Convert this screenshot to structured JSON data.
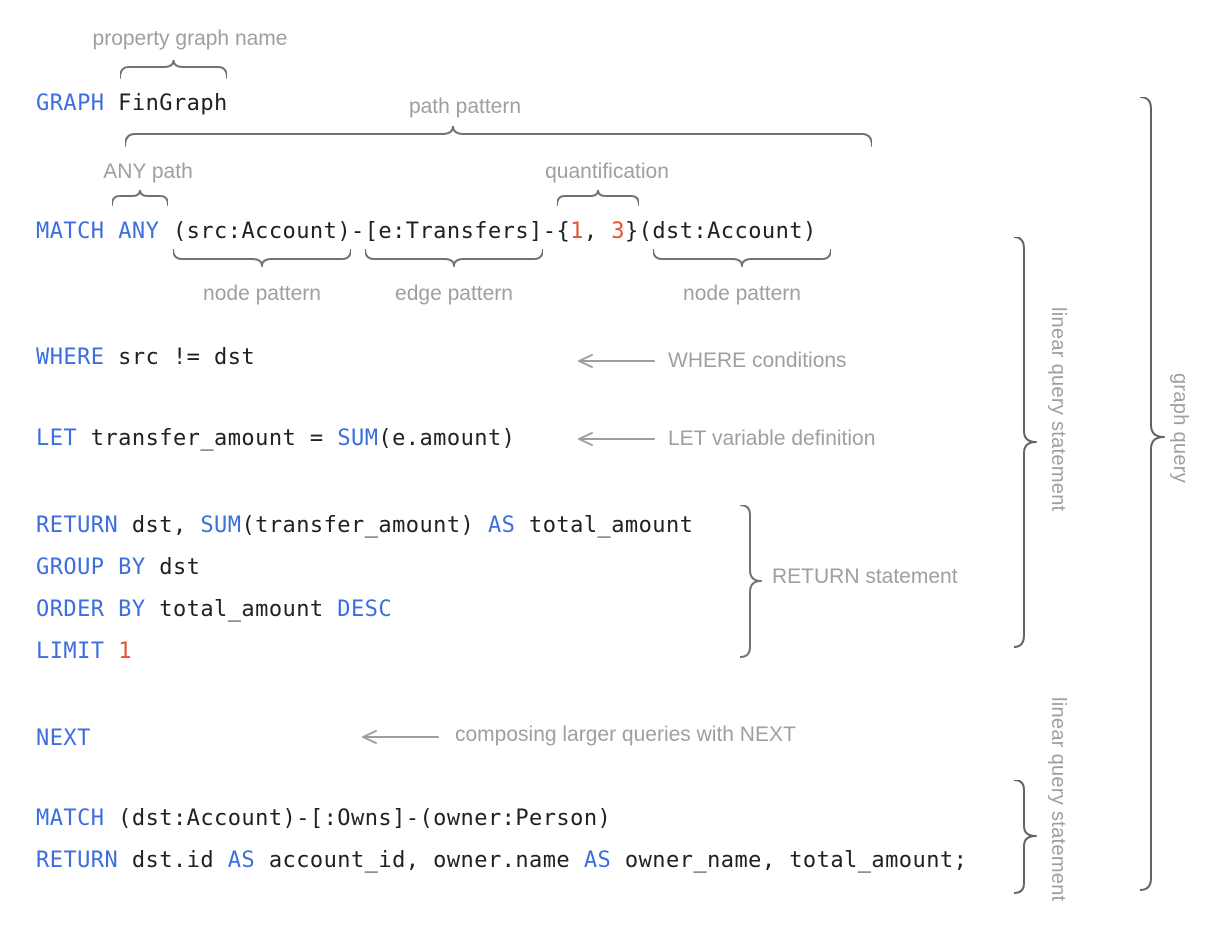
{
  "colors": {
    "keyword": "#3C6EE0",
    "plain": "#202124",
    "number": "#E8502E",
    "annotation": "#9DA0A3",
    "brace": "#6E7377",
    "tall_brace": "#606468"
  },
  "annotations": {
    "property_graph_name": "property graph name",
    "path_pattern": "path pattern",
    "any_path": "ANY path",
    "quantification": "quantification",
    "node_pattern_left": "node pattern",
    "edge_pattern": "edge pattern",
    "node_pattern_right": "node pattern",
    "where_conditions": "WHERE conditions",
    "let_variable_definition": "LET variable definition",
    "return_statement": "RETURN statement",
    "composing_next": "composing larger queries with NEXT",
    "linear_query_statement_1": "linear query statement",
    "linear_query_statement_2": "linear query statement",
    "graph_query": "graph query"
  },
  "code": {
    "lines": [
      {
        "name": "graph-clause",
        "tokens": [
          {
            "text": "GRAPH",
            "type": "keyword"
          },
          {
            "text": " FinGraph",
            "type": "plain"
          }
        ]
      },
      {
        "name": "match-1",
        "tokens": [
          {
            "text": "MATCH",
            "type": "keyword"
          },
          {
            "text": " ",
            "type": "plain"
          },
          {
            "text": "ANY",
            "type": "keyword"
          },
          {
            "text": " (src:Account)-[e:Transfers]-{",
            "type": "plain"
          },
          {
            "text": "1",
            "type": "number"
          },
          {
            "text": ", ",
            "type": "plain"
          },
          {
            "text": "3",
            "type": "number"
          },
          {
            "text": "}(dst:Account)",
            "type": "plain"
          }
        ]
      },
      {
        "name": "where",
        "tokens": [
          {
            "text": "WHERE",
            "type": "keyword"
          },
          {
            "text": " src != dst",
            "type": "plain"
          }
        ]
      },
      {
        "name": "let",
        "tokens": [
          {
            "text": "LET",
            "type": "keyword"
          },
          {
            "text": " transfer_amount = ",
            "type": "plain"
          },
          {
            "text": "SUM",
            "type": "keyword"
          },
          {
            "text": "(e.amount)",
            "type": "plain"
          }
        ]
      },
      {
        "name": "return-1",
        "tokens": [
          {
            "text": "RETURN",
            "type": "keyword"
          },
          {
            "text": " dst, ",
            "type": "plain"
          },
          {
            "text": "SUM",
            "type": "keyword"
          },
          {
            "text": "(transfer_amount) ",
            "type": "plain"
          },
          {
            "text": "AS",
            "type": "keyword"
          },
          {
            "text": " total_amount",
            "type": "plain"
          }
        ]
      },
      {
        "name": "group-by",
        "tokens": [
          {
            "text": "GROUP BY",
            "type": "keyword"
          },
          {
            "text": " dst",
            "type": "plain"
          }
        ]
      },
      {
        "name": "order-by",
        "tokens": [
          {
            "text": "ORDER BY",
            "type": "keyword"
          },
          {
            "text": " total_amount ",
            "type": "plain"
          },
          {
            "text": "DESC",
            "type": "keyword"
          }
        ]
      },
      {
        "name": "limit",
        "tokens": [
          {
            "text": "LIMIT",
            "type": "keyword"
          },
          {
            "text": " ",
            "type": "plain"
          },
          {
            "text": "1",
            "type": "number"
          }
        ]
      },
      {
        "name": "next",
        "tokens": [
          {
            "text": "NEXT",
            "type": "keyword"
          }
        ]
      },
      {
        "name": "match-2",
        "tokens": [
          {
            "text": "MATCH",
            "type": "keyword"
          },
          {
            "text": " (dst:Account)-[:Owns]-(owner:Person)",
            "type": "plain"
          }
        ]
      },
      {
        "name": "return-2",
        "tokens": [
          {
            "text": "RETURN",
            "type": "keyword"
          },
          {
            "text": " dst.id ",
            "type": "plain"
          },
          {
            "text": "AS",
            "type": "keyword"
          },
          {
            "text": " account_id, owner.name ",
            "type": "plain"
          },
          {
            "text": "AS",
            "type": "keyword"
          },
          {
            "text": " owner_name, total_amount;",
            "type": "plain"
          }
        ]
      }
    ]
  }
}
